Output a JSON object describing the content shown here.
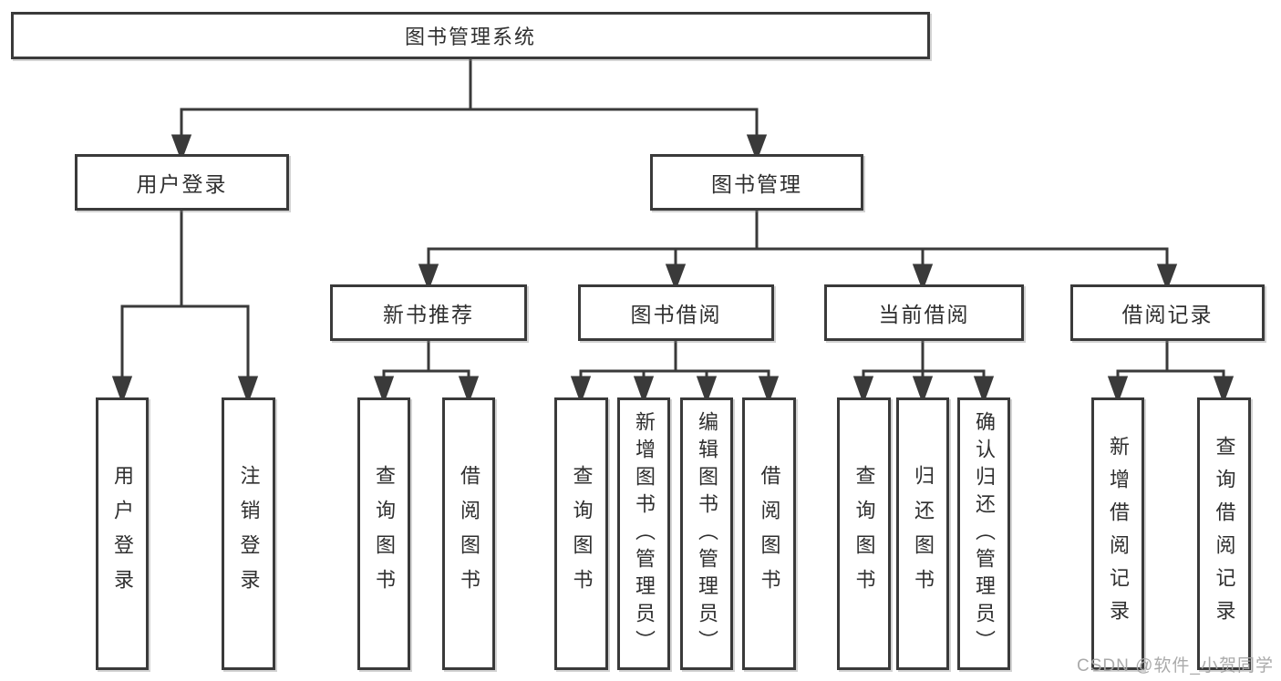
{
  "diagram": {
    "title": "图书管理系统",
    "level2": [
      {
        "label": "用户登录"
      },
      {
        "label": "图书管理"
      }
    ],
    "level3": [
      {
        "label": "新书推荐"
      },
      {
        "label": "图书借阅"
      },
      {
        "label": "当前借阅"
      },
      {
        "label": "借阅记录"
      }
    ],
    "leaves": [
      {
        "label": "用户登录"
      },
      {
        "label": "注销登录"
      },
      {
        "label": "查询图书"
      },
      {
        "label": "借阅图书"
      },
      {
        "label": "查询图书"
      },
      {
        "label": "新增图书（管理员）"
      },
      {
        "label": "编辑图书（管理员）"
      },
      {
        "label": "借阅图书"
      },
      {
        "label": "查询图书"
      },
      {
        "label": "归还图书"
      },
      {
        "label": "确认归还（管理员）"
      },
      {
        "label": "新增借阅记录"
      },
      {
        "label": "查询借阅记录"
      }
    ],
    "colors": {
      "line": "#3a3a3a",
      "box_border": "#3a3a3a",
      "box_fill": "#ffffff",
      "text": "#2f2f2f"
    }
  },
  "watermark": {
    "text": "CSDN @软件_小贺同学",
    "color": "#a6a6a6"
  }
}
